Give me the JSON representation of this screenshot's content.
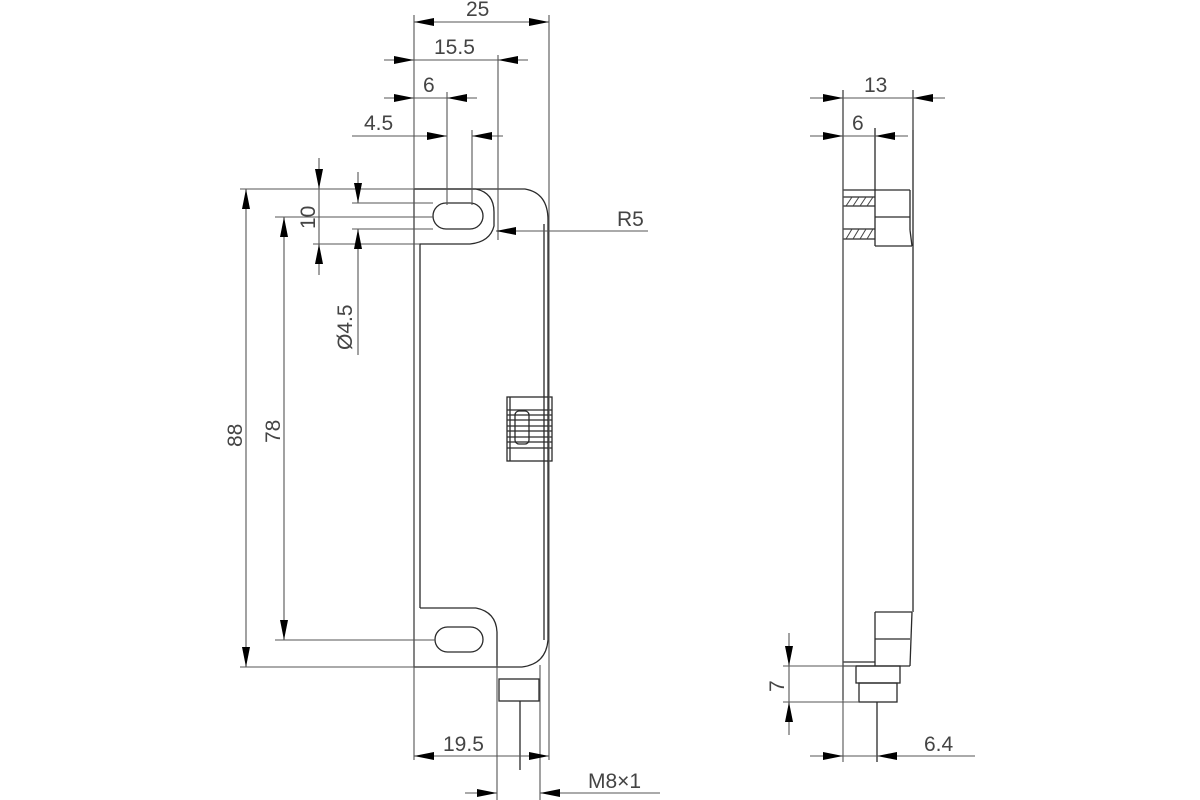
{
  "drawing": {
    "type": "technical-dimension-drawing",
    "views": [
      "front-view",
      "side-view"
    ],
    "colors": {
      "background": "#ffffff",
      "line": "#2a2a2a",
      "dimension": "#555555"
    }
  },
  "front_view": {
    "dimensions": {
      "overall_width": "25",
      "hole_right_edge": "15.5",
      "hole_center_offset": "6",
      "slot_length": "4.5",
      "mount_height": "10",
      "hole_diameter": "Ø4.5",
      "corner_radius": "R5",
      "overall_height": "88",
      "hole_spacing": "78",
      "connector_offset": "19.5",
      "thread": "M8×1"
    }
  },
  "side_view": {
    "dimensions": {
      "overall_depth": "13",
      "flange_depth": "6",
      "connector_height": "7",
      "connector_offset": "6.4"
    }
  }
}
